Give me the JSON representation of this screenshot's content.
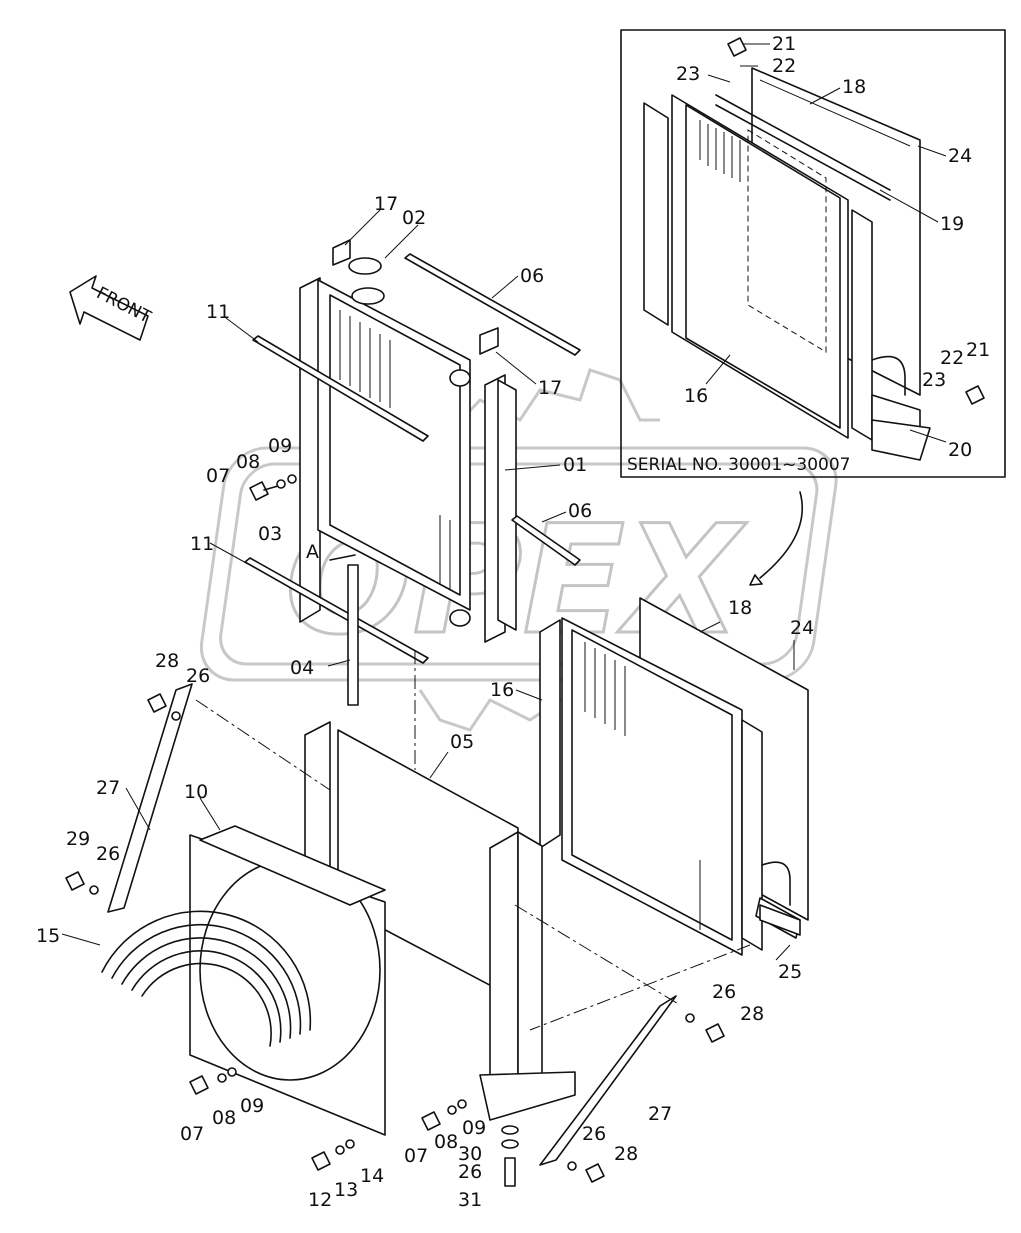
{
  "inset_note": "SERIAL NO. 30001~30007",
  "front_label": "FRONT",
  "watermark": "OPEX",
  "callouts": [
    {
      "id": "c-21a",
      "text": "21"
    },
    {
      "id": "c-22a",
      "text": "22"
    },
    {
      "id": "c-23a",
      "text": "23"
    },
    {
      "id": "c-18a",
      "text": "18"
    },
    {
      "id": "c-24a",
      "text": "24"
    },
    {
      "id": "c-19",
      "text": "19"
    },
    {
      "id": "c-16a",
      "text": "16"
    },
    {
      "id": "c-23b",
      "text": "23"
    },
    {
      "id": "c-22b",
      "text": "22"
    },
    {
      "id": "c-21b",
      "text": "21"
    },
    {
      "id": "c-20",
      "text": "20"
    },
    {
      "id": "c-17a",
      "text": "17"
    },
    {
      "id": "c-02",
      "text": "02"
    },
    {
      "id": "c-06a",
      "text": "06"
    },
    {
      "id": "c-11a",
      "text": "11"
    },
    {
      "id": "c-17b",
      "text": "17"
    },
    {
      "id": "c-01",
      "text": "01"
    },
    {
      "id": "c-09a",
      "text": "09"
    },
    {
      "id": "c-08a",
      "text": "08"
    },
    {
      "id": "c-07a",
      "text": "07"
    },
    {
      "id": "c-06b",
      "text": "06"
    },
    {
      "id": "c-11b",
      "text": "11"
    },
    {
      "id": "c-03",
      "text": "03"
    },
    {
      "id": "c-A",
      "text": "A"
    },
    {
      "id": "c-04",
      "text": "04"
    },
    {
      "id": "c-18b",
      "text": "18"
    },
    {
      "id": "c-24b",
      "text": "24"
    },
    {
      "id": "c-16b",
      "text": "16"
    },
    {
      "id": "c-28a",
      "text": "28"
    },
    {
      "id": "c-26a",
      "text": "26"
    },
    {
      "id": "c-05",
      "text": "05"
    },
    {
      "id": "c-27a",
      "text": "27"
    },
    {
      "id": "c-10",
      "text": "10"
    },
    {
      "id": "c-29",
      "text": "29"
    },
    {
      "id": "c-26b",
      "text": "26"
    },
    {
      "id": "c-15",
      "text": "15"
    },
    {
      "id": "c-25",
      "text": "25"
    },
    {
      "id": "c-26c",
      "text": "26"
    },
    {
      "id": "c-28b",
      "text": "28"
    },
    {
      "id": "c-07b",
      "text": "07"
    },
    {
      "id": "c-08b",
      "text": "08"
    },
    {
      "id": "c-09b",
      "text": "09"
    },
    {
      "id": "c-27b",
      "text": "27"
    },
    {
      "id": "c-07c",
      "text": "07"
    },
    {
      "id": "c-08c",
      "text": "08"
    },
    {
      "id": "c-09c",
      "text": "09"
    },
    {
      "id": "c-30",
      "text": "30"
    },
    {
      "id": "c-26d",
      "text": "26"
    },
    {
      "id": "c-28c",
      "text": "28"
    },
    {
      "id": "c-26e",
      "text": "26"
    },
    {
      "id": "c-31",
      "text": "31"
    },
    {
      "id": "c-12",
      "text": "12"
    },
    {
      "id": "c-13",
      "text": "13"
    },
    {
      "id": "c-14",
      "text": "14"
    }
  ]
}
